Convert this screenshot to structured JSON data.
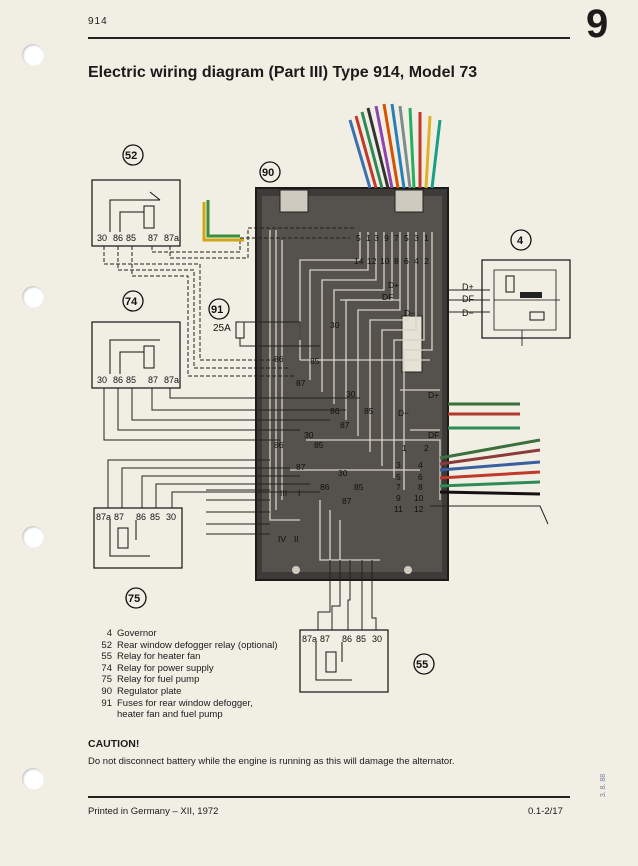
{
  "header": {
    "code": "914",
    "section_number": "9"
  },
  "title": "Electric wiring diagram (Part III) Type 914, Model 73",
  "components": {
    "c52": "52",
    "c74": "74",
    "c75": "75",
    "c55": "55",
    "c90": "90",
    "c91": "91",
    "c4": "4",
    "fuse_rating": "25A"
  },
  "relay_terminals": {
    "r52": [
      "30",
      "86",
      "85",
      "87",
      "87a"
    ],
    "r74": [
      "30",
      "86",
      "85",
      "87",
      "87a"
    ],
    "r75": [
      "87a",
      "87",
      "86",
      "85",
      "30"
    ],
    "r55": [
      "87a",
      "87",
      "86",
      "85",
      "30"
    ]
  },
  "plate_labels": {
    "top_row1": [
      "5",
      "1",
      "3",
      "9",
      "7",
      "5",
      "3",
      "1"
    ],
    "top_row2": [
      "14",
      "12",
      "10",
      "8",
      "6",
      "4",
      "2"
    ],
    "internal": [
      "30",
      "86",
      "85",
      "87",
      "30",
      "86",
      "85",
      "87",
      "30",
      "86",
      "85",
      "87",
      "86",
      "30",
      "87",
      "85"
    ],
    "right_pins": [
      "1",
      "2",
      "3",
      "4",
      "5",
      "6",
      "7",
      "8",
      "9",
      "10",
      "11",
      "12"
    ],
    "fuse_marks": [
      "III",
      "I",
      "IV",
      "II"
    ],
    "dplus_labels": [
      "D+",
      "DF",
      "D−",
      "D+",
      "D−",
      "DF"
    ]
  },
  "governor_labels": [
    "D+",
    "DF",
    "D−"
  ],
  "legend": [
    {
      "num": "4",
      "text": "Governor"
    },
    {
      "num": "52",
      "text": "Rear window defogger relay (optional)"
    },
    {
      "num": "55",
      "text": "Relay for heater fan"
    },
    {
      "num": "74",
      "text": "Relay for power supply"
    },
    {
      "num": "75",
      "text": "Relay for fuel pump"
    },
    {
      "num": "90",
      "text": "Regulator plate"
    },
    {
      "num": "91",
      "text": "Fuses for rear window defogger,"
    },
    {
      "num": "",
      "text": "heater fan and fuel pump"
    }
  ],
  "caution": {
    "heading": "CAUTION!",
    "text": "Do not disconnect battery while the engine is running as this will damage the alternator."
  },
  "footer": {
    "left": "Printed in Germany – XII, 1972",
    "right": "0.1-2/17"
  },
  "stamp": "3. 8. 88",
  "colors": {
    "paper": "#f1eee4",
    "ink": "#1b1b1b",
    "plate": "#3a3836",
    "plate_light": "#cfcabf"
  }
}
